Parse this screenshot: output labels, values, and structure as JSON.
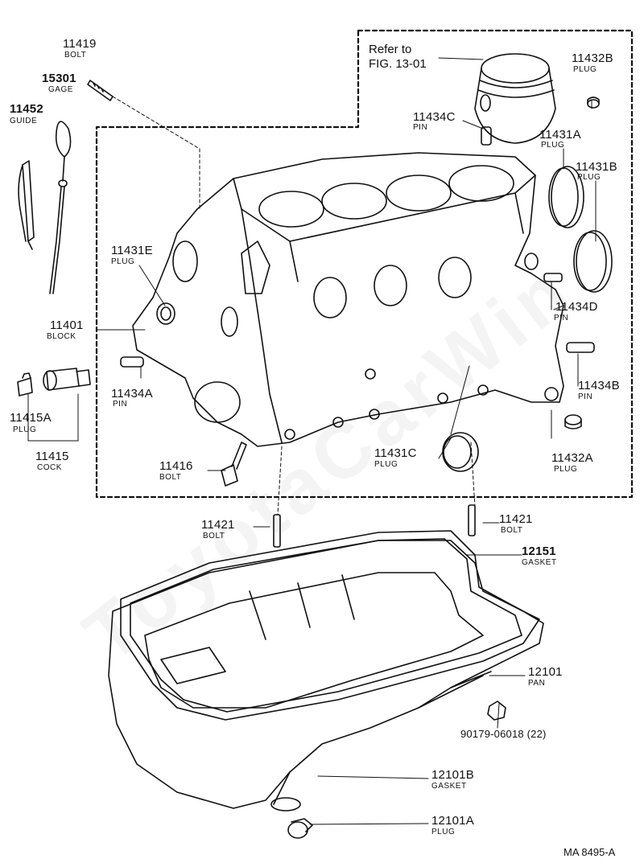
{
  "watermark": "ToyotaCarWin",
  "refer": {
    "line1": "Refer to",
    "line2": "FIG. 13-01"
  },
  "parts": {
    "p11419": {
      "number": "11419",
      "name": "BOLT"
    },
    "p15301": {
      "number": "15301",
      "name": "GAGE"
    },
    "p11452": {
      "number": "11452",
      "name": "GUIDE"
    },
    "p11432B": {
      "number": "11432B",
      "name": "PLUG"
    },
    "p11434C": {
      "number": "11434C",
      "name": "PIN"
    },
    "p11431A": {
      "number": "11431A",
      "name": "PLUG"
    },
    "p11431B": {
      "number": "11431B",
      "name": "PLUG"
    },
    "p11431E": {
      "number": "11431E",
      "name": "PLUG"
    },
    "p11401": {
      "number": "11401",
      "name": "BLOCK"
    },
    "p11434D": {
      "number": "11434D",
      "name": "PIN"
    },
    "p11434A": {
      "number": "11434A",
      "name": "PIN"
    },
    "p11434B": {
      "number": "11434B",
      "name": "PIN"
    },
    "p11415A": {
      "number": "11415A",
      "name": "PLUG"
    },
    "p11415": {
      "number": "11415",
      "name": "COCK"
    },
    "p11416": {
      "number": "11416",
      "name": "BOLT"
    },
    "p11431C": {
      "number": "11431C",
      "name": "PLUG"
    },
    "p11432A": {
      "number": "11432A",
      "name": "PLUG"
    },
    "p11421L": {
      "number": "11421",
      "name": "BOLT"
    },
    "p11421R": {
      "number": "11421",
      "name": "BOLT"
    },
    "p12151": {
      "number": "12151",
      "name": "GASKET"
    },
    "p12101": {
      "number": "12101",
      "name": "PAN"
    },
    "p90179": {
      "number": "90179-06018 (22)"
    },
    "p12101B": {
      "number": "12101B",
      "name": "GASKET"
    },
    "p12101A": {
      "number": "12101A",
      "name": "PLUG"
    }
  },
  "footer": {
    "code": "MA  8495-A"
  }
}
